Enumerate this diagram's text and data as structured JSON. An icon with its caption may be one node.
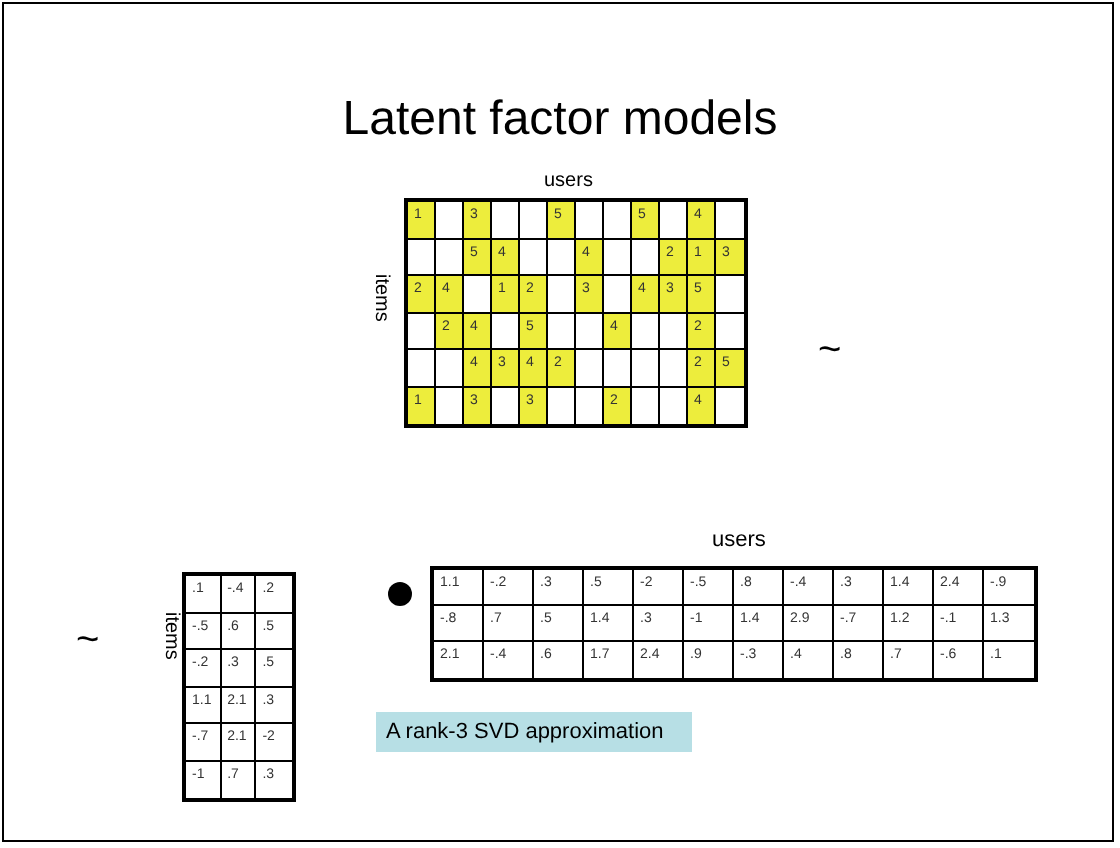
{
  "diagram": {
    "title": "Latent factor models",
    "nodes": [
      {
        "text": [
          "A rank-3 SVD approximation"
        ]
      }
    ],
    "labels": [
      "users",
      "items",
      "1",
      "3",
      "5",
      "5",
      "4",
      "5",
      "4",
      "4",
      "2",
      "1",
      "3",
      "2",
      "4",
      "1",
      "2",
      "3",
      "4",
      "3",
      "5",
      "2",
      "4",
      "5",
      "4",
      "2",
      "4",
      "3",
      "4",
      "2",
      "2",
      "5",
      "1",
      "3",
      "3",
      "2",
      "4",
      "~",
      "~",
      "items",
      ".1",
      "-.4",
      ".2",
      "-.5",
      ".6",
      ".5",
      "-.2",
      ".3",
      ".5",
      "1.1",
      "2.1",
      ".3",
      "-.7",
      "2.1",
      "-2",
      "-1",
      ".7",
      ".3",
      "users",
      "1.1",
      "-.2",
      ".3",
      ".5",
      "-2",
      "-.5",
      ".8",
      "-.4",
      ".3",
      "1.4",
      "2.4",
      "-.9",
      "-.8",
      ".7",
      ".5",
      "1.4",
      ".3",
      "-1",
      "1.4",
      "2.9",
      "-.7",
      "1.2",
      "-.1",
      "1.3",
      "2.1",
      "-.4",
      ".6",
      "1.7",
      "2.4",
      ".9",
      "-.3",
      ".4",
      ".8",
      ".7",
      "-.6",
      ".1"
    ]
  }
}
